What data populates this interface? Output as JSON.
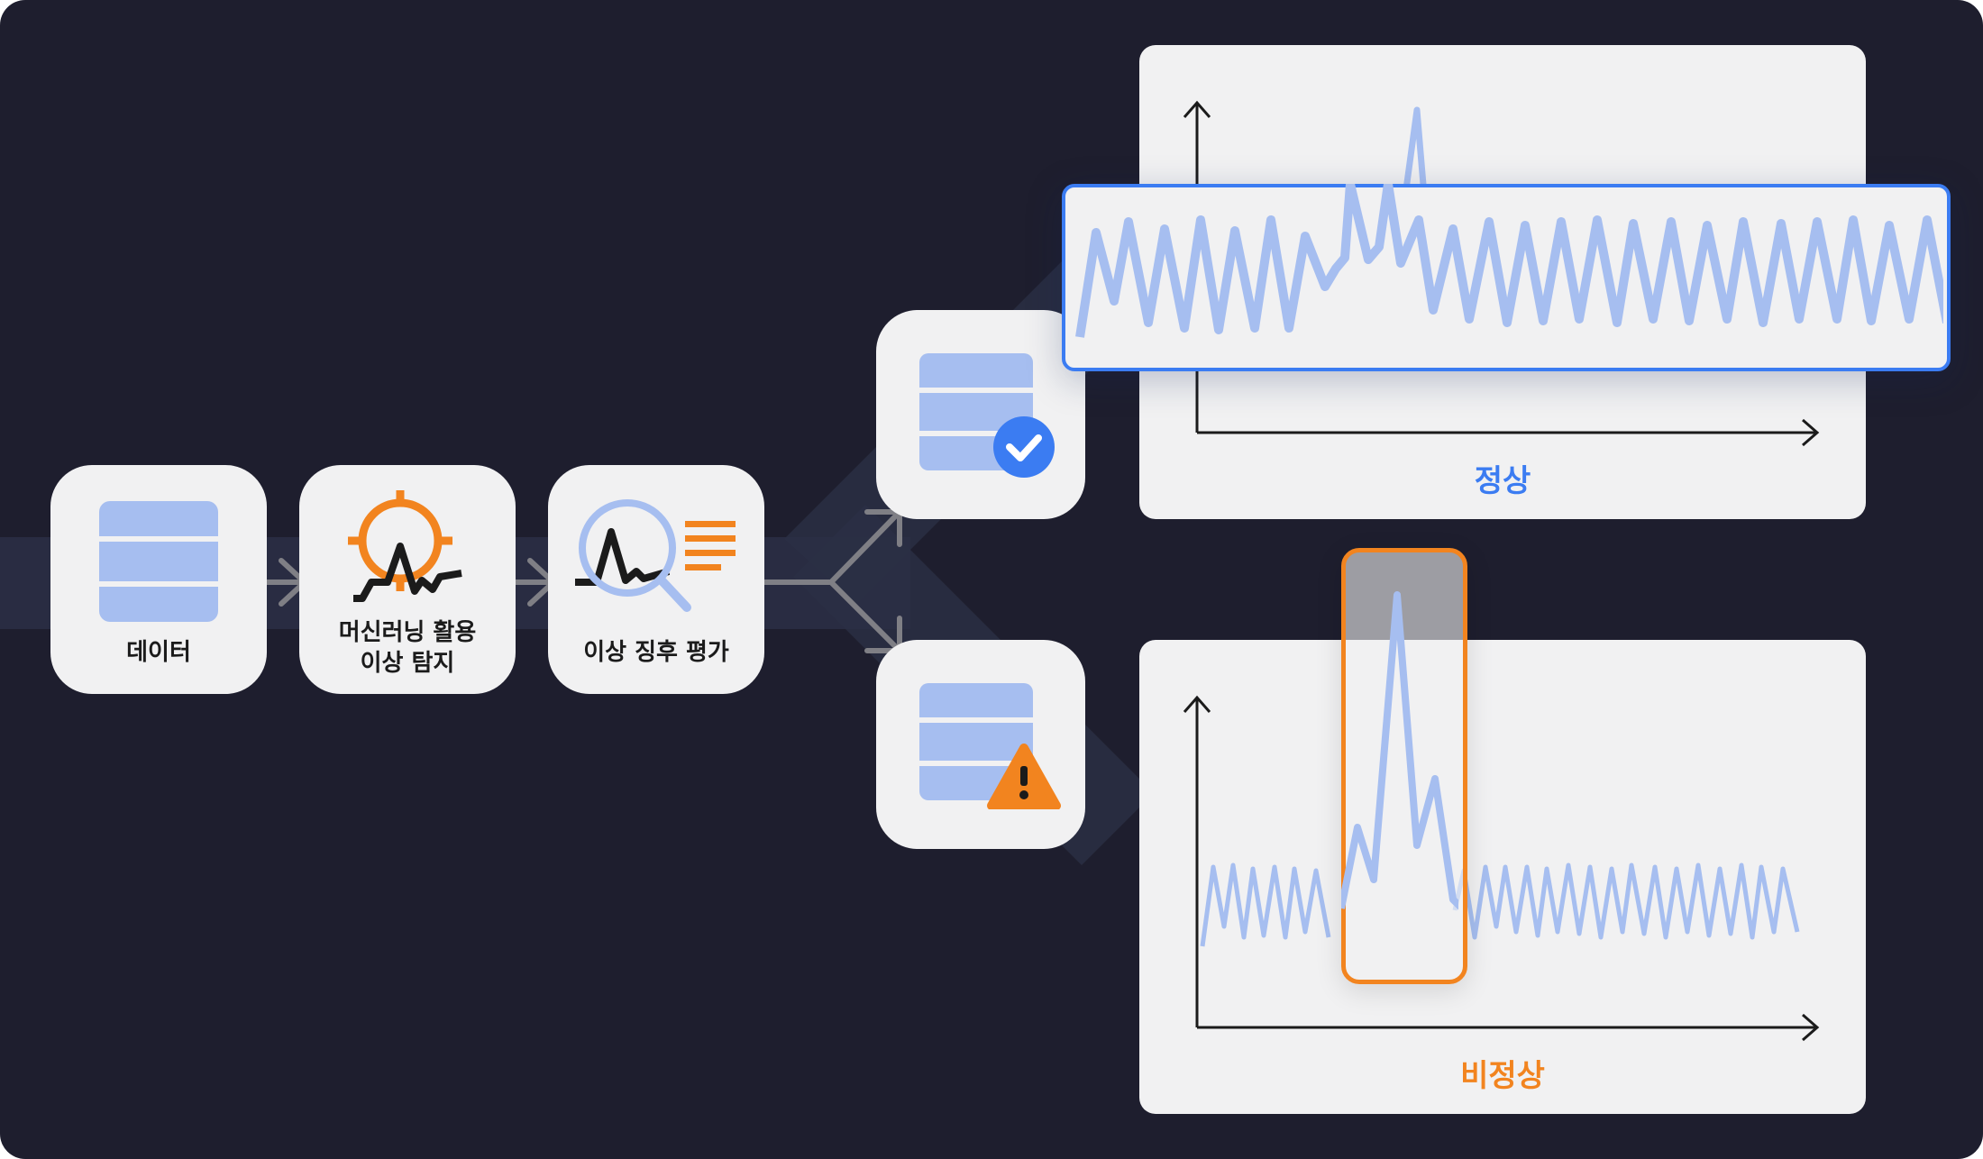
{
  "steps": [
    {
      "label": "데이터",
      "icon": "database-icon"
    },
    {
      "label_line1": "머신러닝 활용",
      "label_line2": "이상 탐지",
      "icon": "target-chart-icon"
    },
    {
      "label": "이상 징후 평가",
      "icon": "magnifier-report-icon"
    }
  ],
  "results": {
    "normal": {
      "label": "정상",
      "icon": "database-check-icon",
      "color": "#3b7cf2"
    },
    "abnormal": {
      "label": "비정상",
      "icon": "database-warning-icon",
      "color": "#f2841f"
    }
  },
  "colors": {
    "background": "#1e1e2e",
    "card": "#f1f1f2",
    "signal": "#a6bef0",
    "accent_blue": "#3b7cf2",
    "accent_orange": "#f2841f"
  }
}
